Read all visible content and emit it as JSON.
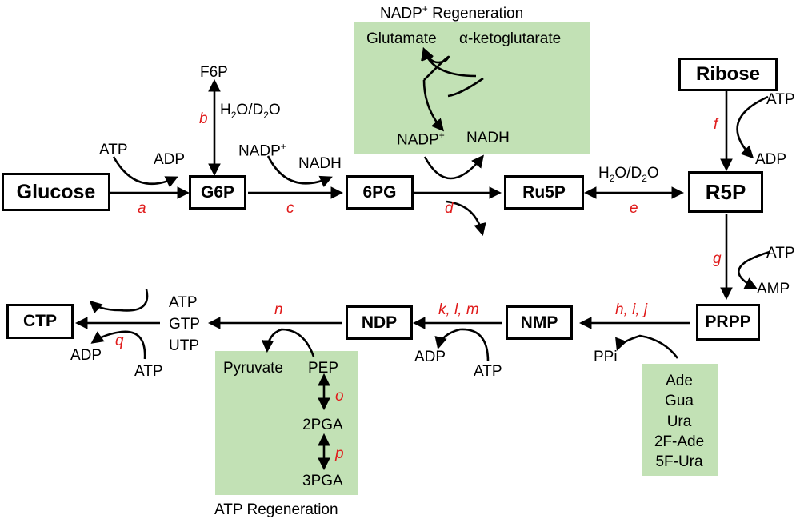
{
  "colors": {
    "region_fill": "#c2e1b5",
    "enzyme_label": "#e01b1b",
    "stroke": "#000000"
  },
  "nadp_regeneration": {
    "title_main": "NADP",
    "title_sup": "+",
    "title_rest": " Regeneration",
    "glutamate": "Glutamate",
    "akg": "α-ketoglutarate",
    "nadp_main": "NADP",
    "nadp_sup": "+",
    "nadh": "NADH"
  },
  "atp_regeneration": {
    "title": "ATP Regeneration",
    "pyruvate": "Pyruvate",
    "pep": "PEP",
    "pga2": "2PGA",
    "pga3": "3PGA"
  },
  "bases": [
    "Ade",
    "Gua",
    "Ura",
    "2F-Ade",
    "5F-Ura"
  ],
  "nodes": {
    "glucose": "Glucose",
    "g6p": "G6P",
    "pg6": "6PG",
    "ru5p": "Ru5P",
    "r5p": "R5P",
    "ribose": "Ribose",
    "prpp": "PRPP",
    "nmp": "NMP",
    "ndp": "NDP",
    "ctp": "CTP"
  },
  "cofactors": {
    "atp_a": "ATP",
    "adp_a": "ADP",
    "f6p": "F6P",
    "h2o_b": "H",
    "h2o_b_sub": "2",
    "h2o_b_mid": "O/D",
    "h2o_b_sub2": "2",
    "h2o_b_end": "O",
    "nadp_c_main": "NADP",
    "nadp_c_sup": "+",
    "nadh_c": "NADH",
    "h2o_e": "H",
    "h2o_e_sub": "2",
    "h2o_e_mid": "O/D",
    "h2o_e_sub2": "2",
    "h2o_e_end": "O",
    "atp_f": "ATP",
    "adp_f": "ADP",
    "atp_g": "ATP",
    "amp_g": "AMP",
    "ppi": "PPi",
    "adp_klm": "ADP",
    "atp_klm": "ATP",
    "atp_n": "ATP",
    "gtp_n": "GTP",
    "utp_n": "UTP",
    "adp_q": "ADP",
    "atp_q": "ATP"
  },
  "enzymes": {
    "a": "a",
    "b": "b",
    "c": "c",
    "d": "d",
    "e": "e",
    "f": "f",
    "g": "g",
    "hij": "h, i, j",
    "klm": "k, l, m",
    "n": "n",
    "o": "o",
    "p": "p",
    "q": "q"
  }
}
